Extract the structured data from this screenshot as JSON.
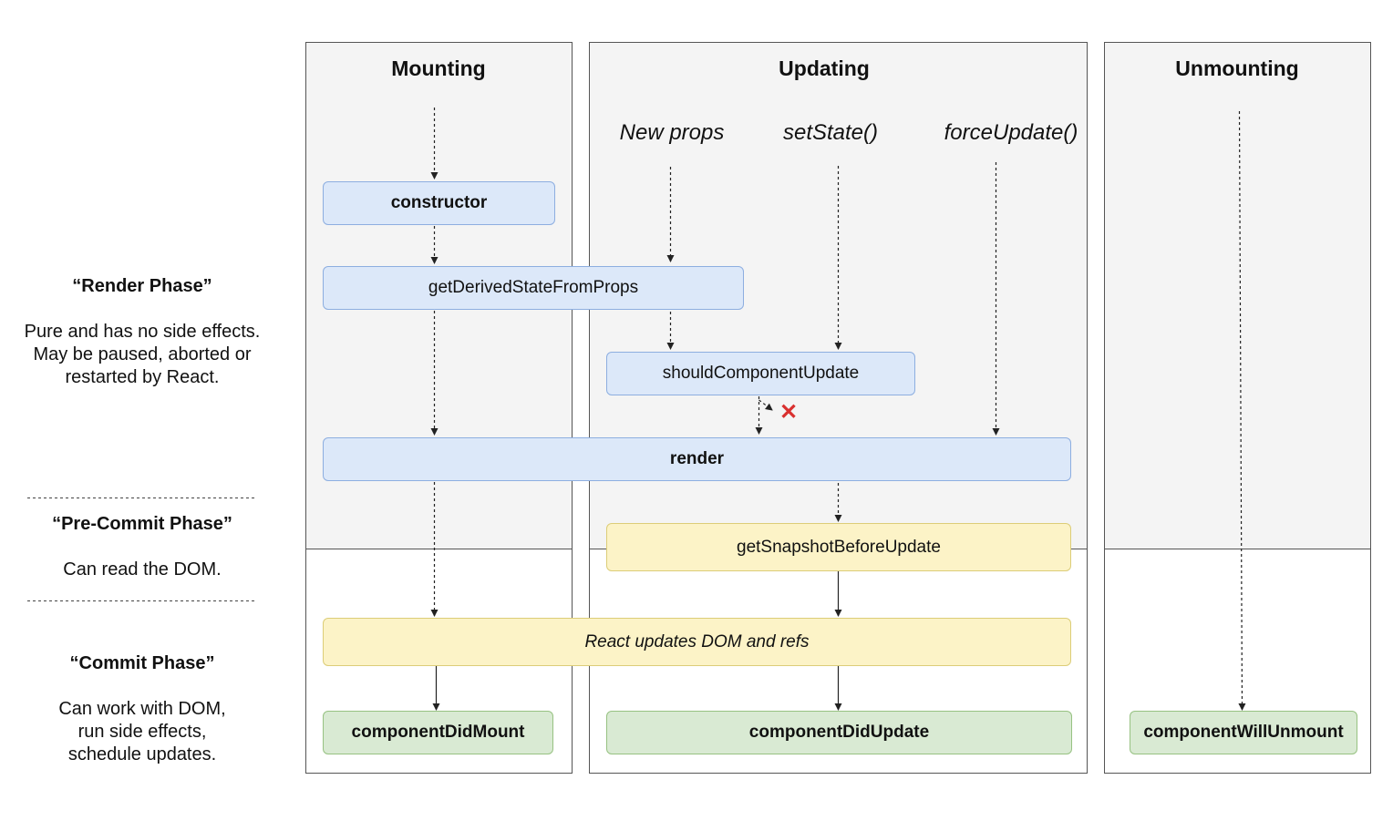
{
  "phases": {
    "render": {
      "title": "“Render Phase”",
      "lines": [
        "Pure and has no side effects.",
        "May be paused, aborted or",
        "restarted by React."
      ]
    },
    "pre_commit": {
      "title": "“Pre-Commit Phase”",
      "lines": [
        "Can read the DOM."
      ]
    },
    "commit": {
      "title": "“Commit Phase”",
      "lines": [
        "Can work with DOM,",
        "run side effects,",
        "schedule updates."
      ]
    }
  },
  "columns": {
    "mounting": "Mounting",
    "updating": "Updating",
    "unmounting": "Unmounting"
  },
  "triggers": {
    "new_props": "New props",
    "set_state": "setState()",
    "force_update": "forceUpdate()"
  },
  "methods": {
    "constructor": "constructor",
    "get_derived_state": "getDerivedStateFromProps",
    "should_component_update": "shouldComponentUpdate",
    "render": "render",
    "get_snapshot": "getSnapshotBeforeUpdate",
    "react_updates_dom": "React updates DOM and refs",
    "component_did_mount": "componentDidMount",
    "component_did_update": "componentDidUpdate",
    "component_will_unmount": "componentWillUnmount"
  },
  "colors": {
    "render_phase_fill": "#f4f4f4",
    "render_method": "#dce8f9",
    "pre_commit_method": "#fcf3c7",
    "commit_method": "#d9ead3",
    "blocked_marker": "#d9302f"
  },
  "icons": {
    "blocked": "cross-icon"
  }
}
